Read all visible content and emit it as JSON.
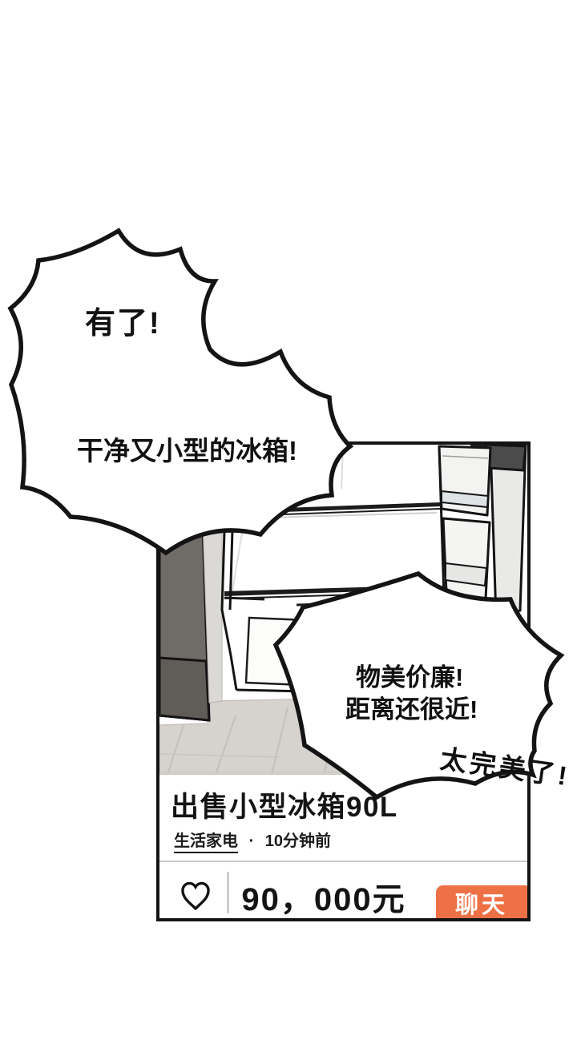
{
  "speech": {
    "burst1_line1": "有了!",
    "burst1_line2": "干净又小型的冰箱!",
    "burst2_line1": "物美价廉!",
    "burst2_line2": "距离还很近!",
    "handwritten_note": "太完美了!"
  },
  "listing_card": {
    "title": "出售小型冰箱90L",
    "category": "生活家电",
    "separator": "·",
    "posted_time": "10分钟前",
    "price": "90，000元",
    "chat_button_label": "聊天"
  },
  "icons": {
    "favorite": "heart-outline"
  },
  "colors": {
    "chat_button_orange": "#ee7045",
    "outline_black": "#141414",
    "divider_gray": "#c9c9c9",
    "floor_gray": "#d6d3ce",
    "cabinet_gray": "#6f6c67"
  }
}
